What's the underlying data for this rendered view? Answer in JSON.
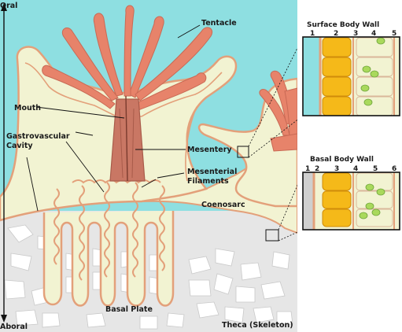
{
  "labels": {
    "oral": "Oral",
    "aboral": "Aboral",
    "tentacle": "Tentacle",
    "mouth": "Mouth",
    "gastro_line1": "Gastrovascular",
    "gastro_line2": "Cavity",
    "mesentery": "Mesentery",
    "mes_fil_line1": "Mesenterial",
    "mes_fil_line2": "Filaments",
    "coenosarc": "Coenosarc",
    "basal_plate": "Basal Plate",
    "theca": "Theca (Skeleton)"
  },
  "surface_panel": {
    "title": "Surface Body Wall",
    "layers": [
      "1",
      "2",
      "3",
      "4",
      "5"
    ]
  },
  "basal_panel": {
    "title": "Basal Body Wall",
    "layers": [
      "1",
      "2",
      "3",
      "4",
      "5",
      "6"
    ]
  },
  "colors": {
    "seawater": "#8edfe1",
    "tissue": "#f2f3d2",
    "tissue_edge": "#e3a07a",
    "tentacle": "#e7836a",
    "pharynx": "#c97764",
    "skeleton": "#e6e6e6",
    "epidermis": "#f5b919",
    "zooxanthellae": "#a9d95c"
  }
}
